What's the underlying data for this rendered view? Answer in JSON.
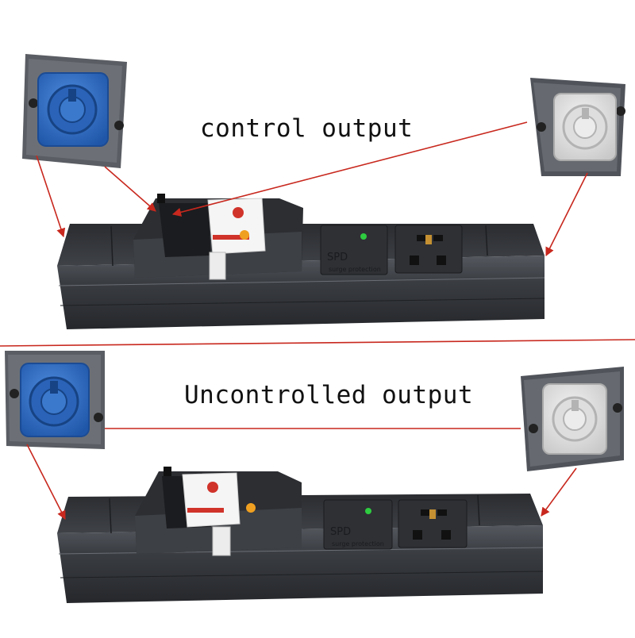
{
  "captions": {
    "top": "control output",
    "bottom": "Uncontrolled output"
  },
  "device": {
    "spd_label": "SPD",
    "spd_sub": "surge protection"
  },
  "colors": {
    "arrow": "#c8281e",
    "divider": "#c8281e",
    "strip_body": "#3a3d42",
    "connector_blue": "#2f6fc4",
    "connector_white": "#e6e6e6",
    "plate": "#55585e"
  },
  "icons": [
    "blue-powercon-connector-icon",
    "white-powercon-connector-icon",
    "switch-module-icon",
    "universal-socket-icon",
    "spd-module-icon",
    "indicator-led-icon"
  ]
}
